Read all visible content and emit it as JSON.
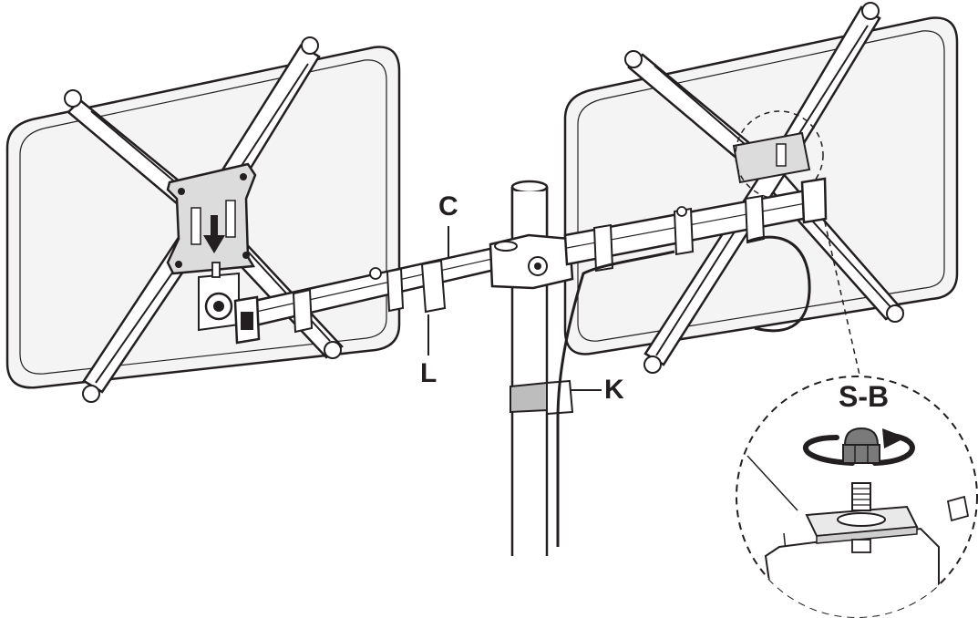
{
  "diagram": {
    "labels": {
      "c": "C",
      "l": "L",
      "k": "K",
      "sb": "S-B"
    },
    "colors": {
      "line": "#231f20",
      "panel_fill": "#f4f4f4",
      "plate_fill": "#dcdcdc",
      "clamp_fill": "#bdbdbd",
      "nut_fill": "#7a7a7a"
    }
  }
}
